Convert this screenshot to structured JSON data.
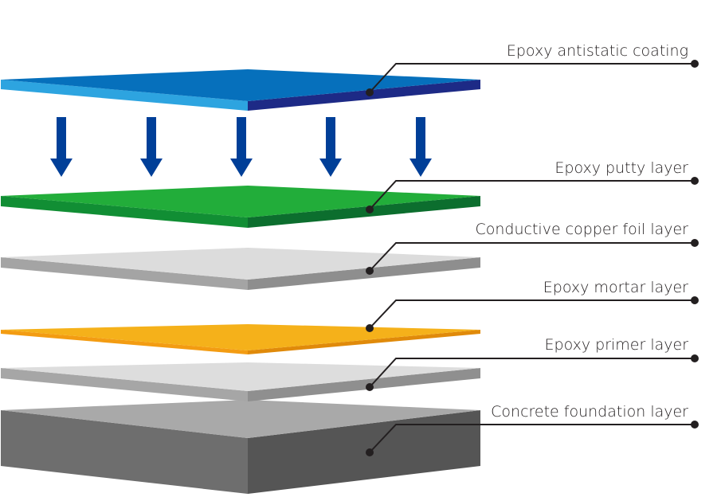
{
  "diagram": {
    "title": "Antistatic epoxy floor layer structure",
    "arrow_color": "#003f98",
    "arrow_count": 5,
    "leader_color": "#231f20",
    "layers": [
      {
        "id": "epoxy-antistatic-coating",
        "label": "Epoxy antistatic coating",
        "top": "#0670bc",
        "left_side": "#2da4e0",
        "right_side": "#1d2a86"
      },
      {
        "id": "epoxy-putty-layer",
        "label": "Epoxy putty layer",
        "top": "#22ad3a",
        "left_side": "#118e34",
        "right_side": "#0c6e2e"
      },
      {
        "id": "conductive-copper-foil-layer",
        "label": "Conductive copper foil layer",
        "top": "#dcdcdc",
        "left_side": "#a4a4a4",
        "right_side": "#8e8e8e"
      },
      {
        "id": "epoxy-mortar-layer",
        "label": "Epoxy mortar layer",
        "top": "#f5b11a",
        "left_side": "#f39c12",
        "right_side": "#e08a0a"
      },
      {
        "id": "epoxy-primer-layer",
        "label": "Epoxy primer layer",
        "top": "#dddddd",
        "left_side": "#a6a6a6",
        "right_side": "#8f8f8f"
      },
      {
        "id": "concrete-foundation-layer",
        "label": "Concrete foundation layer",
        "top": "#a9a9a9",
        "left_side": "#6e6e6e",
        "right_side": "#555555"
      }
    ]
  }
}
